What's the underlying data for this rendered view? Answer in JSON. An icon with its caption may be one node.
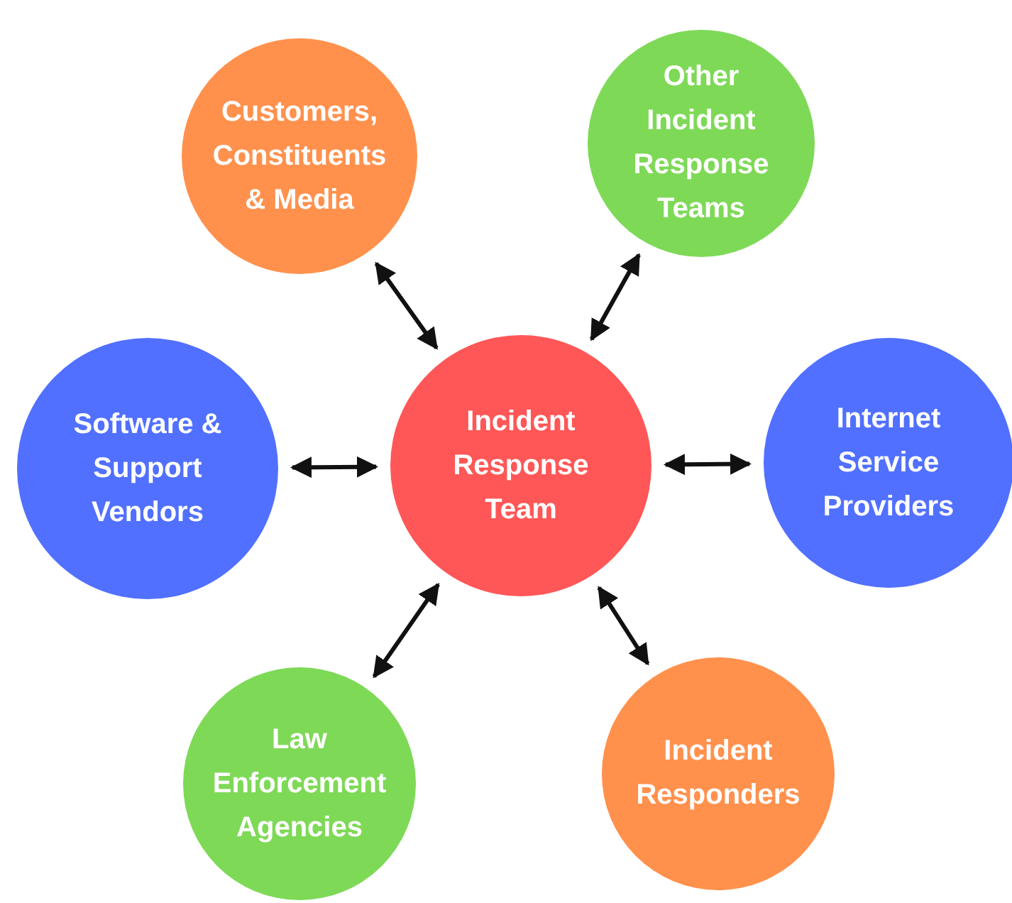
{
  "diagram": {
    "nodes": [
      {
        "text": [
          "Incident Response Team"
        ]
      },
      {
        "text": [
          "Customers, Constituents & Media"
        ]
      },
      {
        "text": [
          "Other Incident Response Teams"
        ]
      },
      {
        "text": [
          "Software & Support Vendors"
        ]
      },
      {
        "text": [
          "Internet Service Providers"
        ]
      },
      {
        "text": [
          "Law Enforcement Agencies"
        ]
      },
      {
        "text": [
          "Incident Responders"
        ]
      }
    ],
    "edges": [
      {
        "from": 0,
        "to": 1,
        "arrow": "both"
      },
      {
        "from": 0,
        "to": 2,
        "arrow": "both"
      },
      {
        "from": 0,
        "to": 3,
        "arrow": "both"
      },
      {
        "from": 0,
        "to": 4,
        "arrow": "both"
      },
      {
        "from": 0,
        "to": 5,
        "arrow": "both"
      },
      {
        "from": 0,
        "to": 6,
        "arrow": "both"
      }
    ]
  }
}
